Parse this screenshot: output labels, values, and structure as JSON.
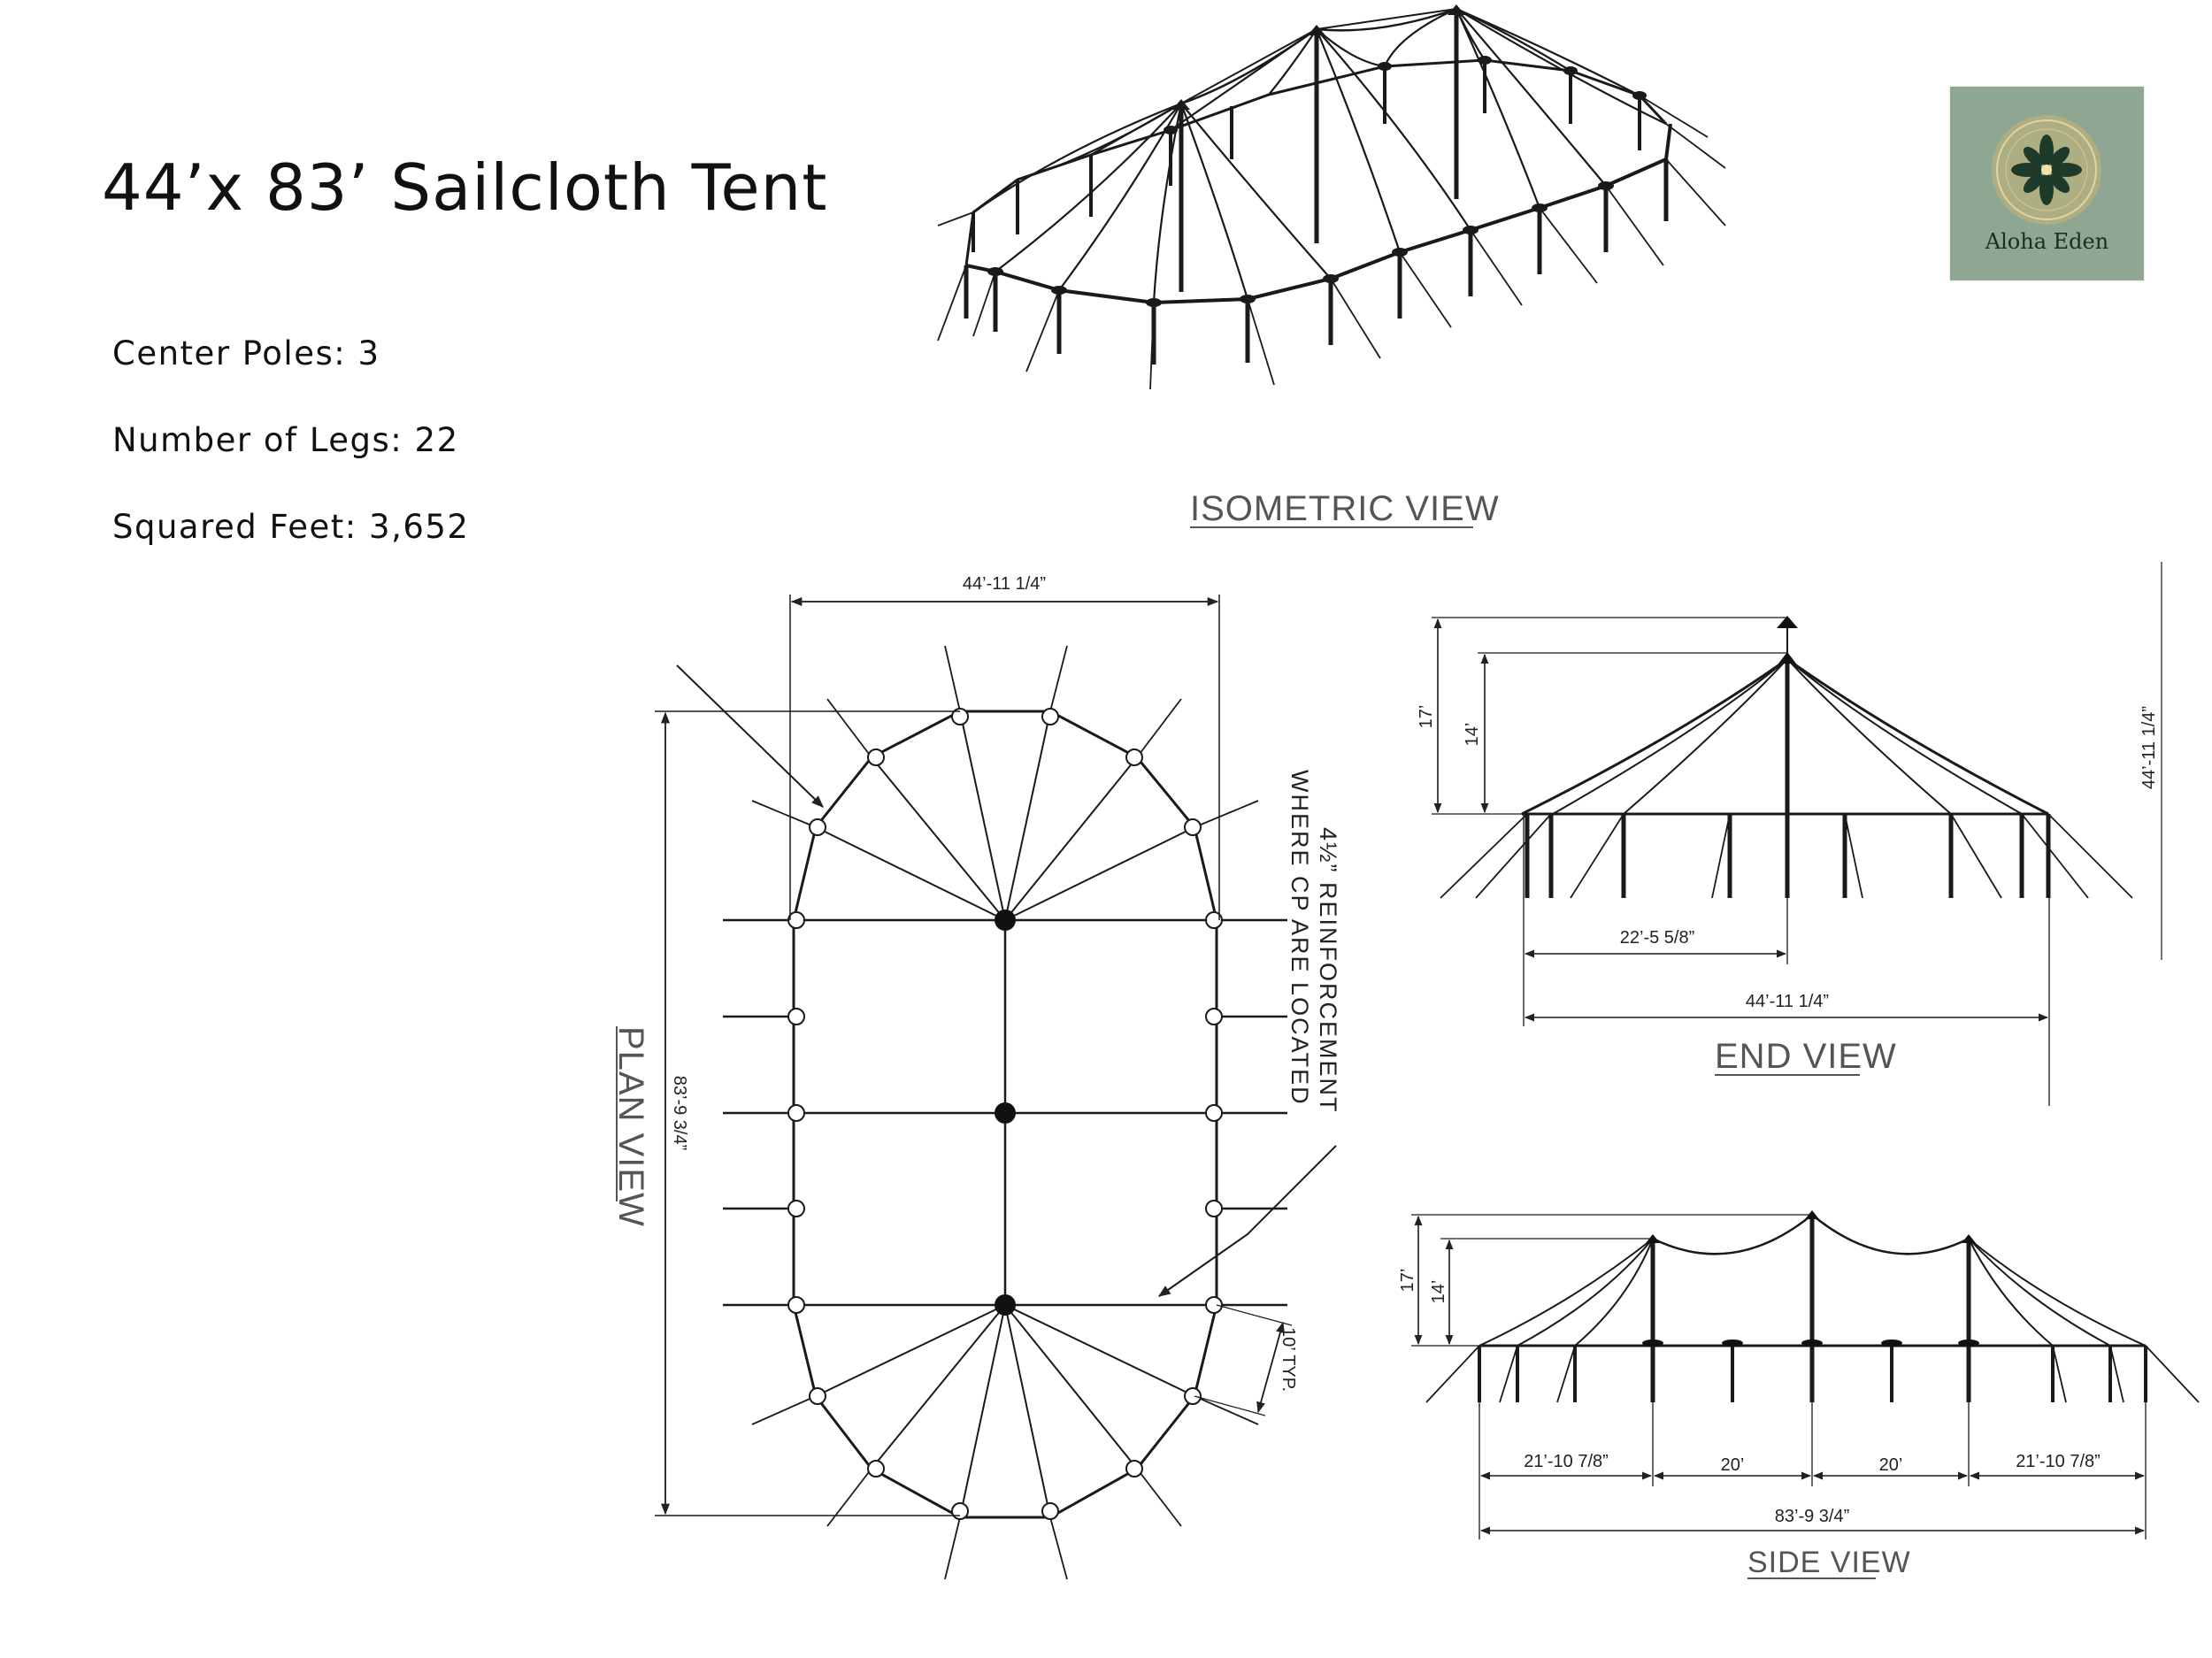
{
  "title": "44’x 83’ Sailcloth Tent",
  "specs": [
    {
      "label": "Center Poles: 3"
    },
    {
      "label": "Number of Legs: 22"
    },
    {
      "label": "Squared Feet: 3,652"
    }
  ],
  "logo": {
    "text": "Aloha Eden",
    "bg_color": "#8fa792",
    "icon": "lotus-mandala-icon"
  },
  "views": {
    "isometric": "ISOMETRIC VIEW",
    "plan": "PLAN VIEW",
    "end": "END VIEW",
    "side": "SIDE VIEW"
  },
  "plan": {
    "width_dim": "44’-11 1/4”",
    "length_dim": "83’-9 3/4”",
    "leg_spacing": "10’ TYP.",
    "note_line1": "4½” REINFORCEMENT",
    "note_line2": "WHERE CP ARE LOCATED"
  },
  "end": {
    "height_total": "17’",
    "height_eave": "14’",
    "half_width": "22’-5 5/8”",
    "width": "44’-11 1/4”",
    "side_dim": "44’-11 1/4”"
  },
  "side": {
    "height_total": "17’",
    "height_eave": "14’",
    "seg1": "21’-10 7/8”",
    "seg2": "20’",
    "seg3": "20’",
    "seg4": "21’-10 7/8”",
    "length": "83’-9 3/4”"
  }
}
